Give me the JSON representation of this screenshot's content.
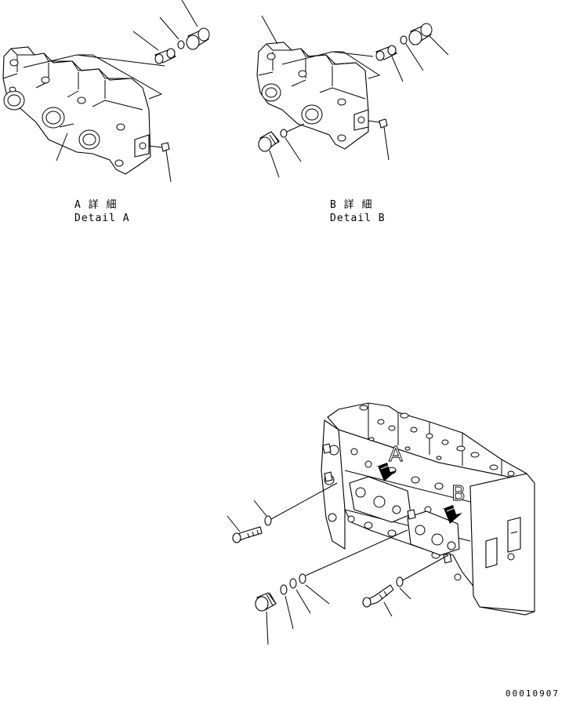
{
  "detail_a": {
    "title_jp": "A 詳 細",
    "title_en": "Detail A"
  },
  "detail_b": {
    "title_jp": "B 詳 細",
    "title_en": "Detail B"
  },
  "main_view": {
    "arrow_a_label": "A",
    "arrow_b_label": "B"
  },
  "drawing_number": "00010907"
}
